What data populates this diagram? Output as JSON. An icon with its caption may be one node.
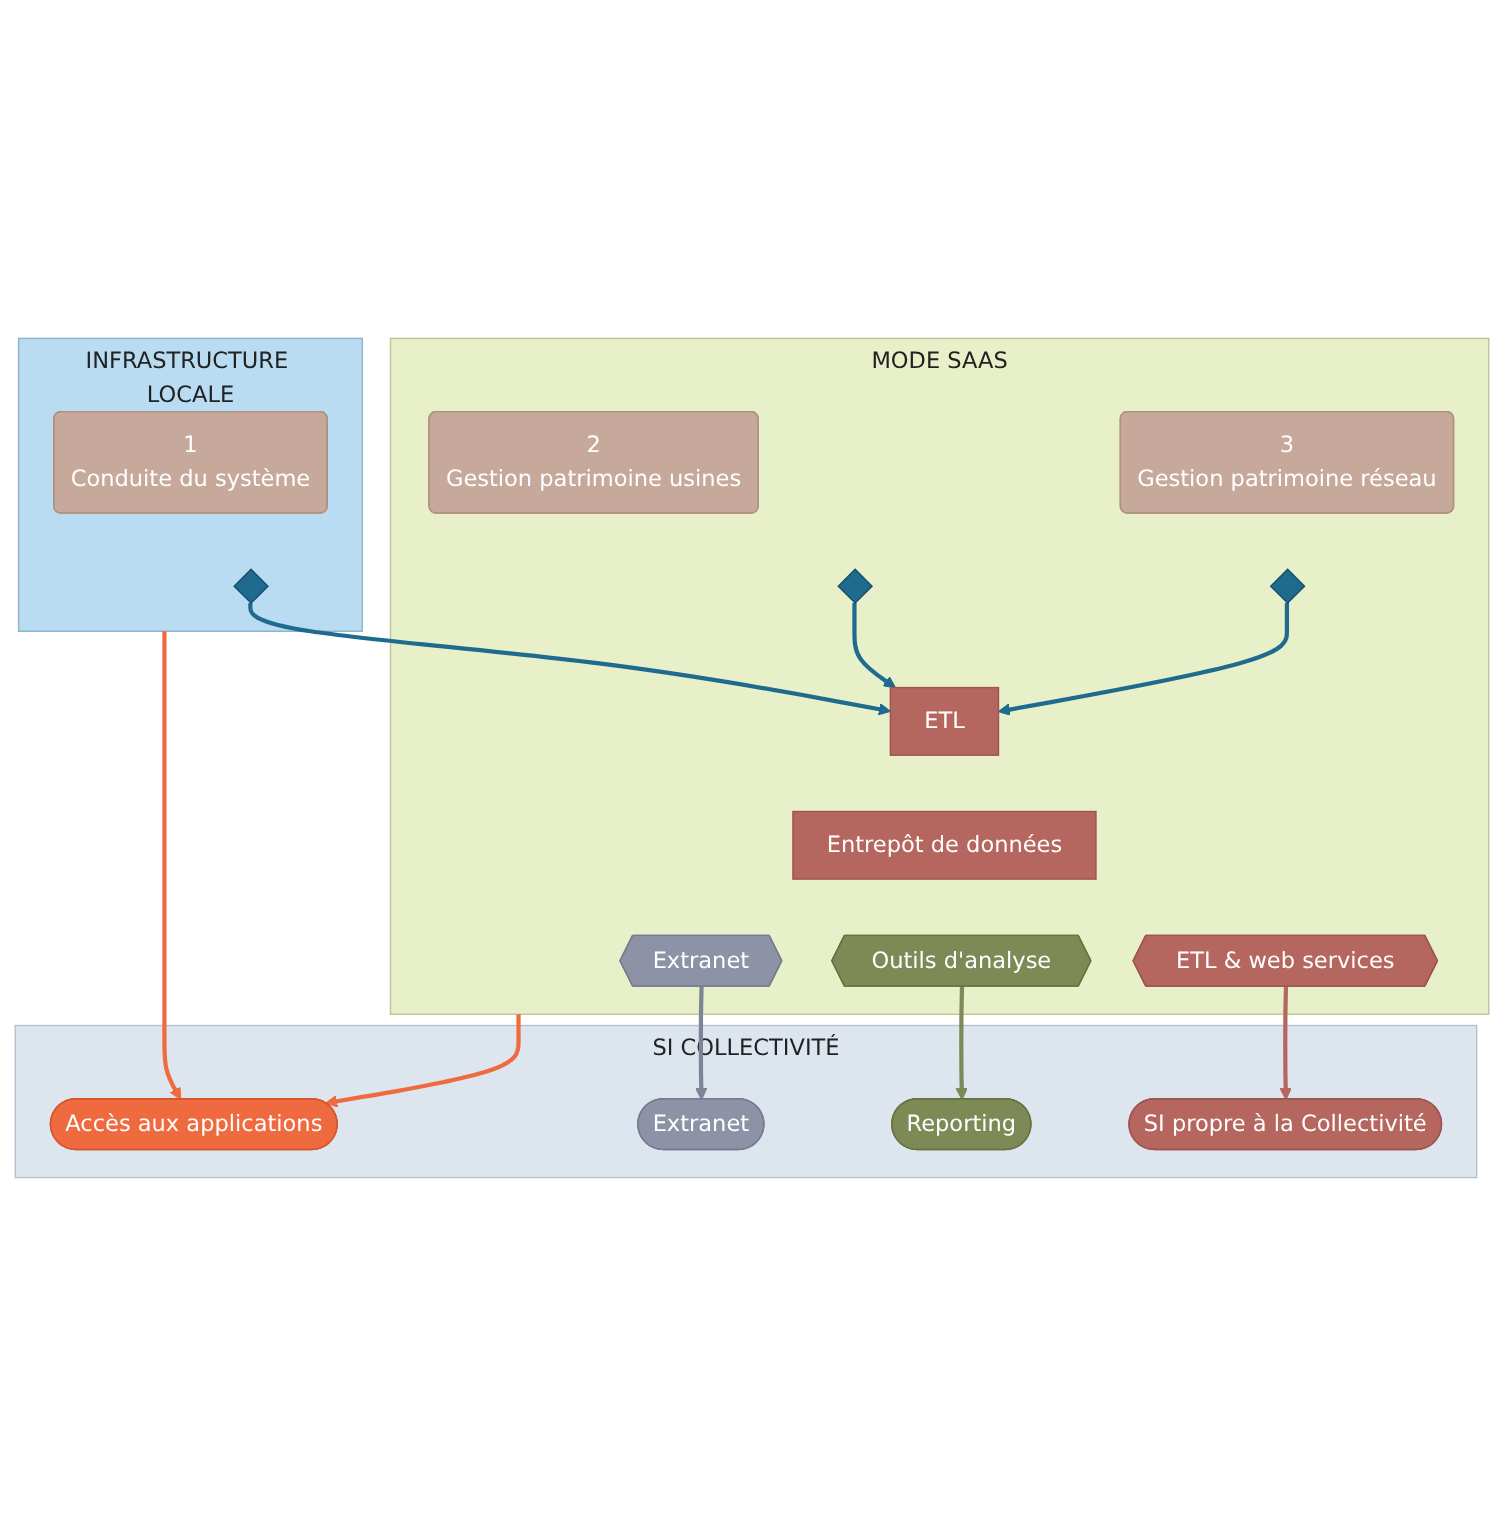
{
  "diagram": {
    "nodes": [
      {
        "text": [
          "INFRASTRUCTURE LOCALE"
        ]
      },
      {
        "text": [
          "1",
          "Conduite du système"
        ],
        "in": 0
      },
      {
        "text": [],
        "shape": "diamond",
        "in": 0
      },
      {
        "text": [
          "MODE SAAS"
        ]
      },
      {
        "text": [
          "2",
          "Gestion patrimoine usines"
        ],
        "in": 3
      },
      {
        "text": [],
        "shape": "diamond",
        "in": 3
      },
      {
        "text": [
          "3",
          "Gestion patrimoine réseau"
        ],
        "in": 3
      },
      {
        "text": [],
        "shape": "diamond",
        "in": 3
      },
      {
        "text": [
          "ETL"
        ],
        "in": 3
      },
      {
        "text": [
          "Entrepôt de données"
        ],
        "in": 3
      },
      {
        "text": [
          "Extranet"
        ],
        "in": 3
      },
      {
        "text": [
          "Outils d'analyse"
        ],
        "in": 3
      },
      {
        "text": [
          "ETL & web services"
        ],
        "in": 3
      },
      {
        "text": [
          "SI COLLECTIVITÉ"
        ]
      },
      {
        "text": [
          "Accès aux applications"
        ],
        "in": 13
      },
      {
        "text": [
          "Extranet"
        ],
        "in": 13
      },
      {
        "text": [
          "Reporting"
        ],
        "in": 13
      },
      {
        "text": [
          "SI propre à la Collectivité"
        ],
        "in": 13
      }
    ],
    "edges": [
      {
        "from": 2,
        "to": 8,
        "arrow": "to"
      },
      {
        "from": 5,
        "to": 8,
        "arrow": "to"
      },
      {
        "from": 7,
        "to": 8,
        "arrow": "to"
      },
      {
        "from": 0,
        "to": 14,
        "arrow": "to",
        "color": "#f06a3f"
      },
      {
        "from": 3,
        "to": 14,
        "arrow": "to",
        "color": "#f06a3f"
      },
      {
        "from": 10,
        "to": 15,
        "arrow": "to",
        "color": "#7d8496"
      },
      {
        "from": 11,
        "to": 16,
        "arrow": "to",
        "color": "#7d8a55"
      },
      {
        "from": 12,
        "to": 17,
        "arrow": "to",
        "color": "#b5675f"
      }
    ]
  }
}
